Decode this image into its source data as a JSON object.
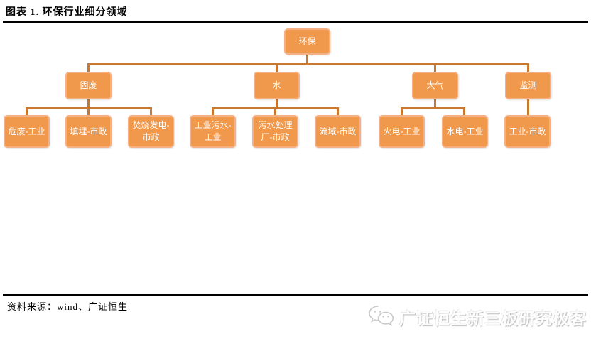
{
  "header": {
    "title": "图表 1. 环保行业细分领域"
  },
  "tree": {
    "root": {
      "label": "环保"
    },
    "branches": [
      {
        "label": "固废",
        "children": [
          "危废-工业",
          "填埋-市政",
          "焚烧发电-市政"
        ]
      },
      {
        "label": "水",
        "children": [
          "工业污水-工业",
          "污水处理厂-市政",
          "流域-市政"
        ]
      },
      {
        "label": "大气",
        "children": [
          "火电-工业",
          "水电-工业"
        ]
      },
      {
        "label": "监测",
        "children": [
          "工业-市政"
        ]
      }
    ]
  },
  "colors": {
    "node_fill": "#F0994C",
    "node_border": "#F5B183",
    "node_text": "#FFFFFF",
    "connector": "#C9782F",
    "rule": "#000000"
  },
  "footer": {
    "source": "资料来源：wind、广证恒生",
    "watermark_text": "广证恒生新三板研究极客",
    "watermark_icon": "wechat-icon"
  }
}
